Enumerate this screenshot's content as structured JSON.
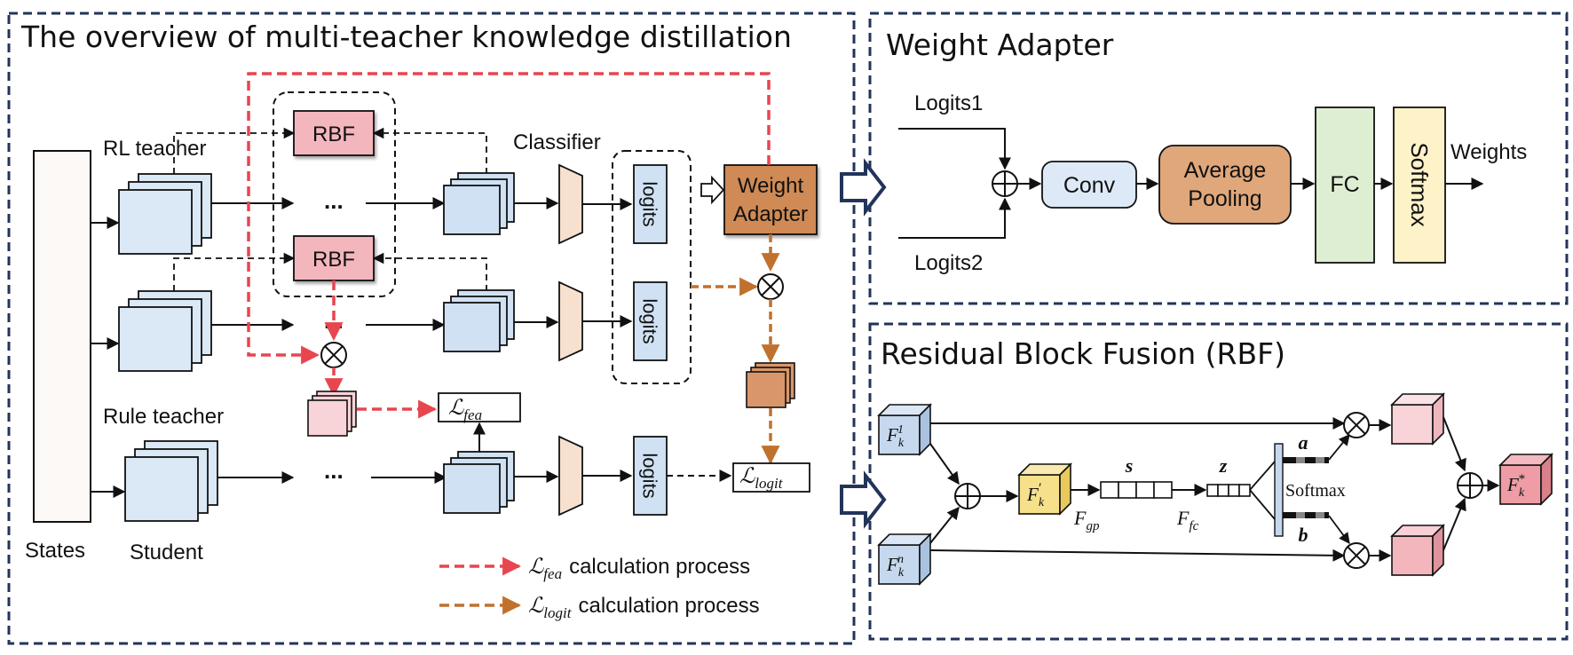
{
  "left_panel": {
    "title": "The overview of multi-teacher knowledge distillation",
    "rbf_top": "RBF",
    "rbf_bottom": "RBF",
    "rl_teacher": "RL teacher",
    "rule_teacher": "Rule teacher",
    "student": "Student",
    "states": "States",
    "classifier": "Classifier",
    "dots": "...",
    "logits": [
      "logits",
      "logits",
      "logits"
    ],
    "weight_adapter_line1": "Weight",
    "weight_adapter_line2": "Adapter",
    "loss_fea_symbol": "ℒ",
    "loss_fea_sub": "fea",
    "loss_logit_symbol": "ℒ",
    "loss_logit_sub": "logit",
    "legend": [
      {
        "symbol": "ℒ",
        "sub": "fea",
        "text": "calculation process",
        "color": "#e8454f"
      },
      {
        "symbol": "ℒ",
        "sub": "logit",
        "text": "calculation process",
        "color": "#c0712d"
      }
    ]
  },
  "weight_adapter_panel": {
    "title": "Weight Adapter",
    "logits1": "Logits1",
    "logits2": "Logits2",
    "conv": "Conv",
    "avg_pool_line1": "Average",
    "avg_pool_line2": "Pooling",
    "fc": "FC",
    "softmax": "Softmax",
    "weights": "Weights"
  },
  "rbf_panel": {
    "title": "Residual Block Fusion (RBF)",
    "fk1_base": "F",
    "fk1_sub": "k",
    "fk1_sup": "1",
    "fkn_base": "F",
    "fkn_sub": "k",
    "fkn_sup": "n",
    "fkp_base": "F",
    "fkp_sub": "k",
    "fkp_sup": "′",
    "fks_base": "F",
    "fks_sub": "k",
    "fks_sup": "*",
    "s": "s",
    "z": "z",
    "fgp_base": "F",
    "fgp_sub": "gp",
    "ffc_base": "F",
    "ffc_sub": "fc",
    "softmax": "Softmax",
    "a": "a",
    "b": "b"
  },
  "colors": {
    "panel_border": "#22345a",
    "rbf_fill": "#f4b6bd",
    "weight_adapter_fill": "#cf8a55",
    "feature_fill": "#cfe1f3",
    "classifier_fill": "#f8e0cf",
    "fea_arrow": "#e8454f",
    "logit_arrow": "#c0712d",
    "conv_fill": "#dde9f6",
    "avg_pool_fill": "#e0a77b",
    "fc_fill": "#deeed2",
    "softmax_fill": "#fdf2c8",
    "fk_blue": "#c5d8ee",
    "fk_yellow": "#f7e08a",
    "fk_pink": "#f4b6bd"
  }
}
